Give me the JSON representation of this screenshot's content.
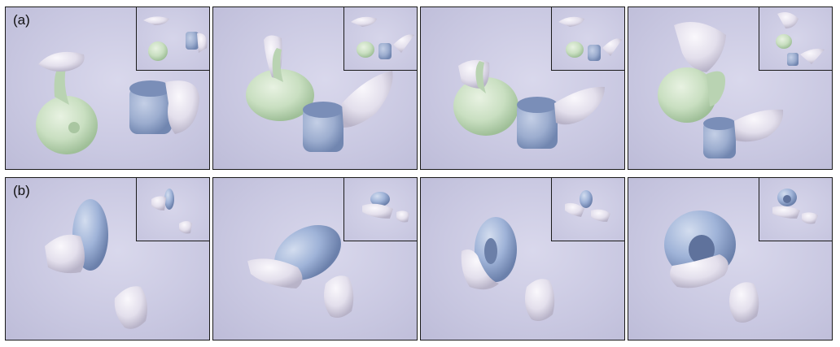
{
  "figure": {
    "row_a_label": "(a)",
    "row_b_label": "(b)"
  },
  "rows": [
    {
      "id": "a",
      "object": "teapot-and-mug",
      "panels": 4
    },
    {
      "id": "b",
      "object": "torus",
      "panels": 4
    }
  ],
  "colors": {
    "background": "#cbcae3",
    "hand": "#e6e2ee",
    "teapot": "#cfe3c8",
    "mug": "#9fb0d0",
    "torus": "#9db2d6",
    "border": "#1a1a1a"
  }
}
